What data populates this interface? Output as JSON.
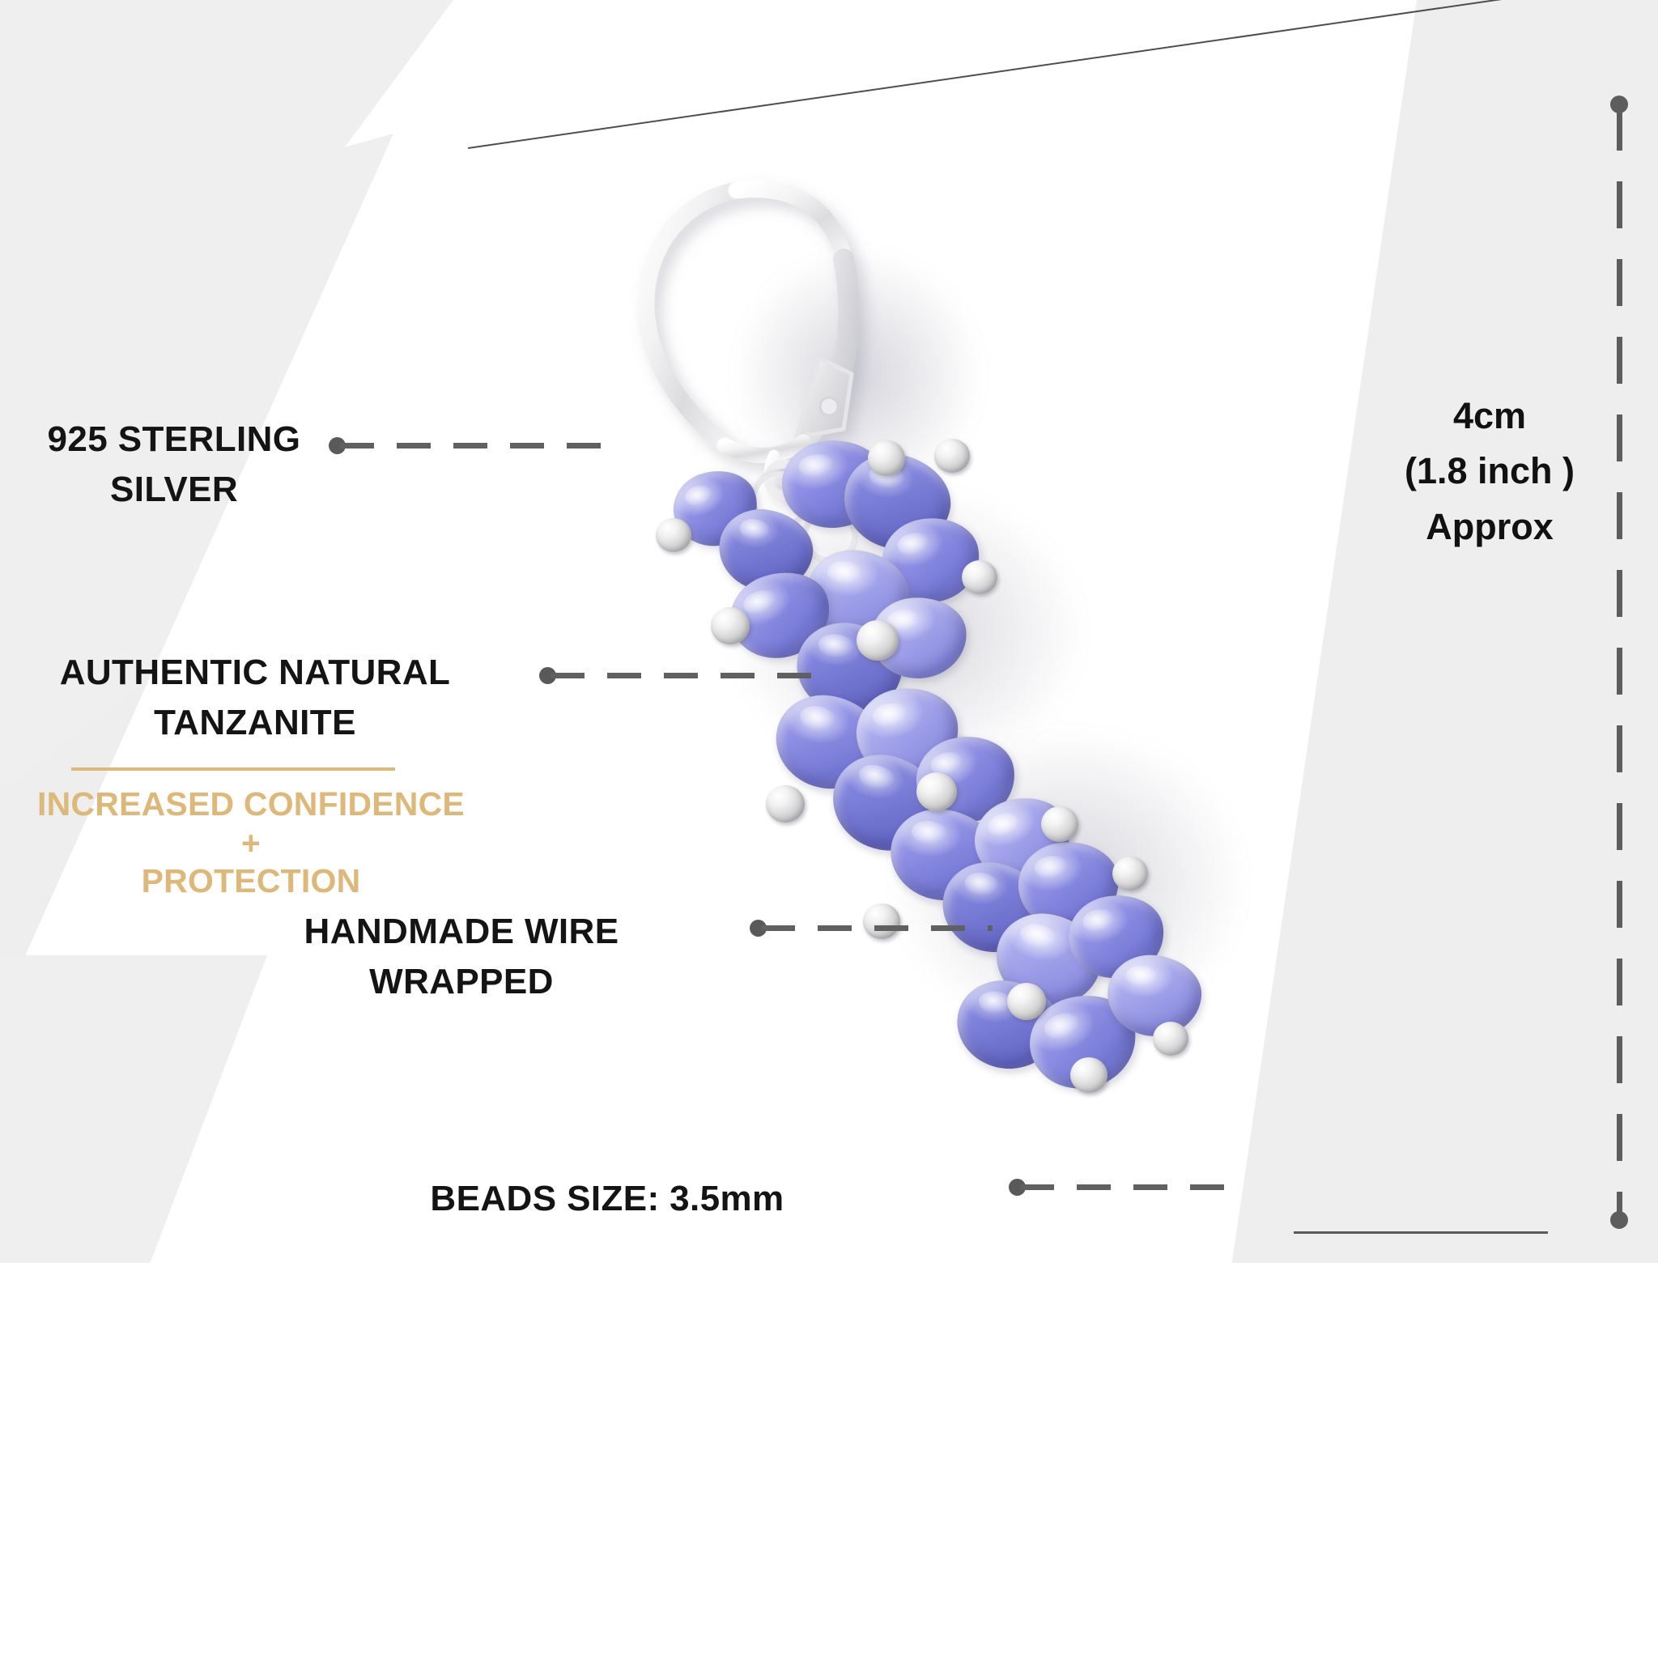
{
  "product": {
    "type": "tanzanite-cluster-leverback-earring",
    "hook_color": "#e9e9ea",
    "bead_color": "#8b8ce2",
    "bead_highlight": "#bcbdf2",
    "ball_color": "#d8d8d8"
  },
  "colors": {
    "background_gray": "#efefef",
    "background_white": "#ffffff",
    "text_dark": "#141414",
    "text_gold": "#ddb878",
    "leader_gray": "#5d5d5d",
    "rule_gray": "#5a5a5a"
  },
  "callouts": [
    {
      "id": "sterling-silver",
      "lines": [
        "925 STERLING",
        "SILVER"
      ],
      "style": "dark"
    },
    {
      "id": "authentic-tanzanite",
      "lines": [
        "AUTHENTIC NATURAL",
        "TANZANITE"
      ],
      "style": "dark"
    },
    {
      "id": "benefits",
      "lines": [
        "INCREASED CONFIDENCE",
        "+",
        "PROTECTION"
      ],
      "style": "gold"
    },
    {
      "id": "handmade-wire",
      "lines": [
        "HANDMADE WIRE",
        "WRAPPED"
      ],
      "style": "dark"
    },
    {
      "id": "beads-size",
      "lines": [
        "BEADS SIZE: 3.5mm"
      ],
      "style": "dark"
    }
  ],
  "dimension": {
    "lines": [
      "4cm",
      "(1.8 inch )",
      "Approx"
    ],
    "value_cm": "4cm",
    "value_inch": "(1.8 inch )",
    "qualifier": "Approx"
  }
}
